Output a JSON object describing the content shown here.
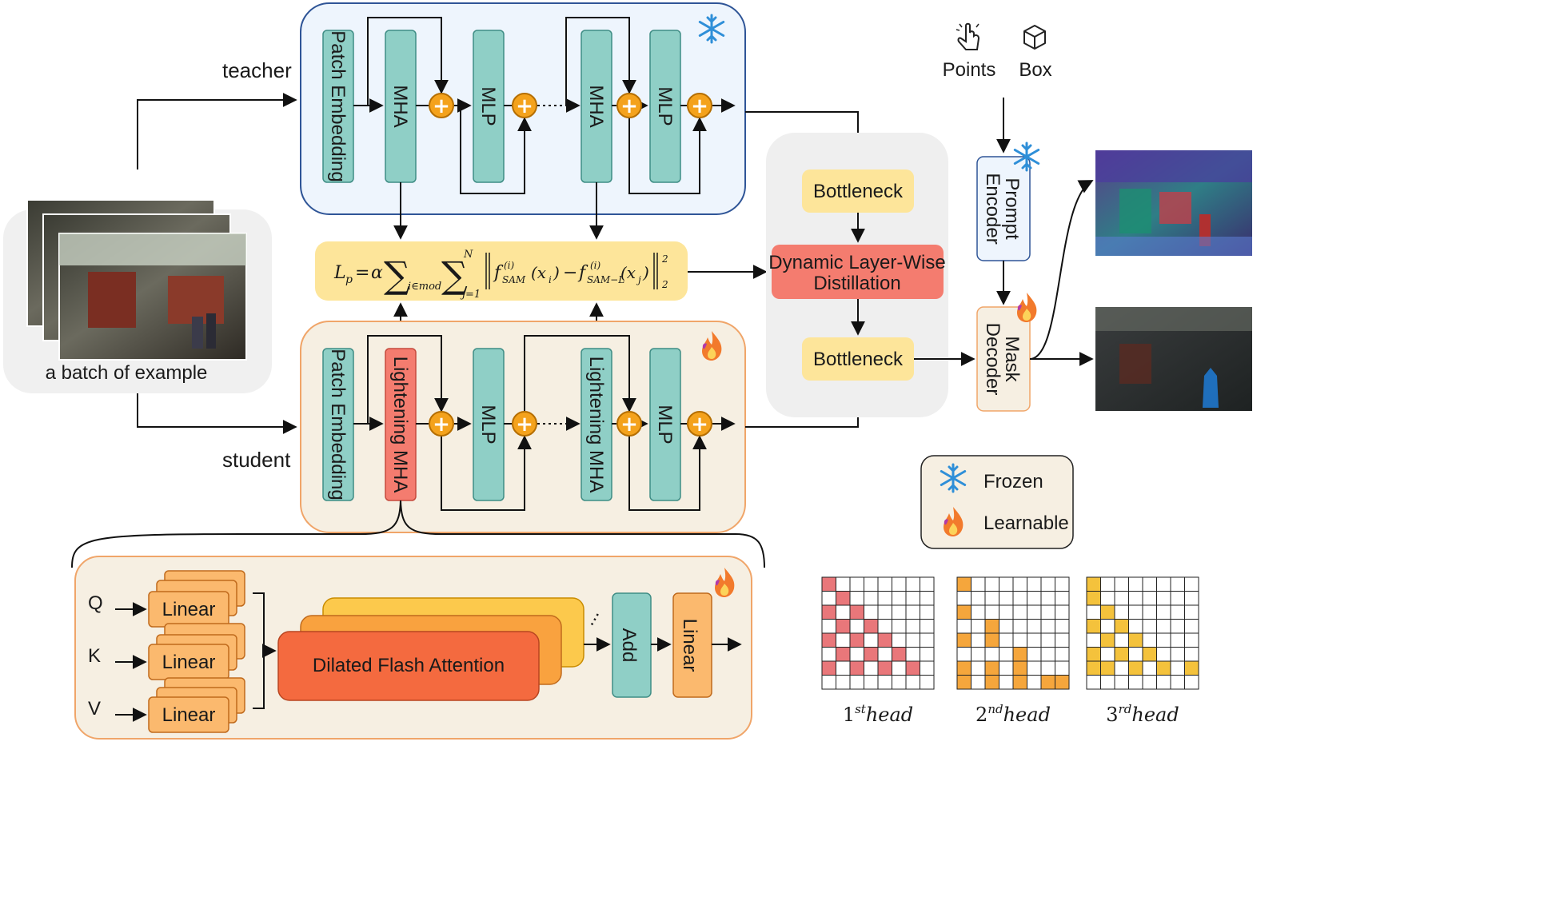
{
  "labels": {
    "teacher": "teacher",
    "student": "student",
    "batch": "a batch of example",
    "points": "Points",
    "box": "Box"
  },
  "teacher_blocks": {
    "patch_embedding": "Patch Embedding",
    "mha1": "MHA",
    "mlp1": "MLP",
    "mha2": "MHA",
    "mlp2": "MLP"
  },
  "student_blocks": {
    "patch_embedding": "Patch Embedding",
    "lmha1": "Lightening MHA",
    "mlp1": "MLP",
    "lmha2": "Lightening MHA",
    "mlp2": "MLP"
  },
  "distill": {
    "bottleneck_top": "Bottleneck",
    "dynamic_line1": "Dynamic Layer-Wise",
    "dynamic_line2": "Distillation",
    "bottleneck_bottom": "Bottleneck"
  },
  "sam": {
    "prompt_line1": "Prompt",
    "prompt_line2": "Encoder",
    "mask_line1": "Mask",
    "mask_line2": "Decoder"
  },
  "legend": {
    "frozen": "Frozen",
    "learnable": "Learnable"
  },
  "attention": {
    "q": "Q",
    "k": "K",
    "v": "V",
    "linear_q": "Linear",
    "linear_k": "Linear",
    "linear_v": "Linear",
    "dilated": "Dilated Flash Attention",
    "add": "Add",
    "linear_out": "Linear",
    "dots": "..."
  },
  "heads": [
    {
      "ordinal": "1",
      "suffix": "st",
      "word": "head",
      "color": "#e9777a",
      "cells": [
        [
          0,
          0
        ],
        [
          1,
          1
        ],
        [
          2,
          0
        ],
        [
          2,
          2
        ],
        [
          3,
          1
        ],
        [
          3,
          3
        ],
        [
          4,
          0
        ],
        [
          4,
          2
        ],
        [
          4,
          4
        ],
        [
          5,
          1
        ],
        [
          5,
          3
        ],
        [
          5,
          5
        ],
        [
          6,
          0
        ],
        [
          6,
          2
        ],
        [
          6,
          4
        ],
        [
          6,
          6
        ]
      ]
    },
    {
      "ordinal": "2",
      "suffix": "nd",
      "word": "head",
      "color": "#f5a63c",
      "cells": [
        [
          0,
          0
        ],
        [
          2,
          0
        ],
        [
          3,
          2
        ],
        [
          4,
          0
        ],
        [
          4,
          2
        ],
        [
          5,
          4
        ],
        [
          6,
          0
        ],
        [
          6,
          2
        ],
        [
          6,
          4
        ],
        [
          7,
          0
        ],
        [
          7,
          2
        ],
        [
          7,
          4
        ],
        [
          7,
          6
        ],
        [
          7,
          7
        ]
      ]
    },
    {
      "ordinal": "3",
      "suffix": "rd",
      "word": "head",
      "color": "#f4c23c",
      "cells": [
        [
          0,
          0
        ],
        [
          1,
          0
        ],
        [
          2,
          1
        ],
        [
          3,
          0
        ],
        [
          3,
          2
        ],
        [
          4,
          1
        ],
        [
          4,
          3
        ],
        [
          5,
          0
        ],
        [
          5,
          2
        ],
        [
          5,
          4
        ],
        [
          6,
          0
        ],
        [
          6,
          1
        ],
        [
          6,
          3
        ],
        [
          6,
          5
        ],
        [
          6,
          7
        ]
      ]
    }
  ],
  "colors": {
    "teal": "#8fcfc6",
    "teal_stroke": "#3f8d85",
    "red_block": "#f47c6f",
    "red_stroke": "#c64a3d",
    "yellow": "#fde59a",
    "teacher_bg": "#eef5fd",
    "teacher_stroke": "#2f5597",
    "student_bg": "#f6efe2",
    "student_stroke": "#f0a569",
    "plus": "#f4a21c"
  },
  "icons": {
    "frozen": "snowflake-icon",
    "learnable": "flame-icon",
    "points": "pointer-hand-icon",
    "box": "cube-icon"
  }
}
